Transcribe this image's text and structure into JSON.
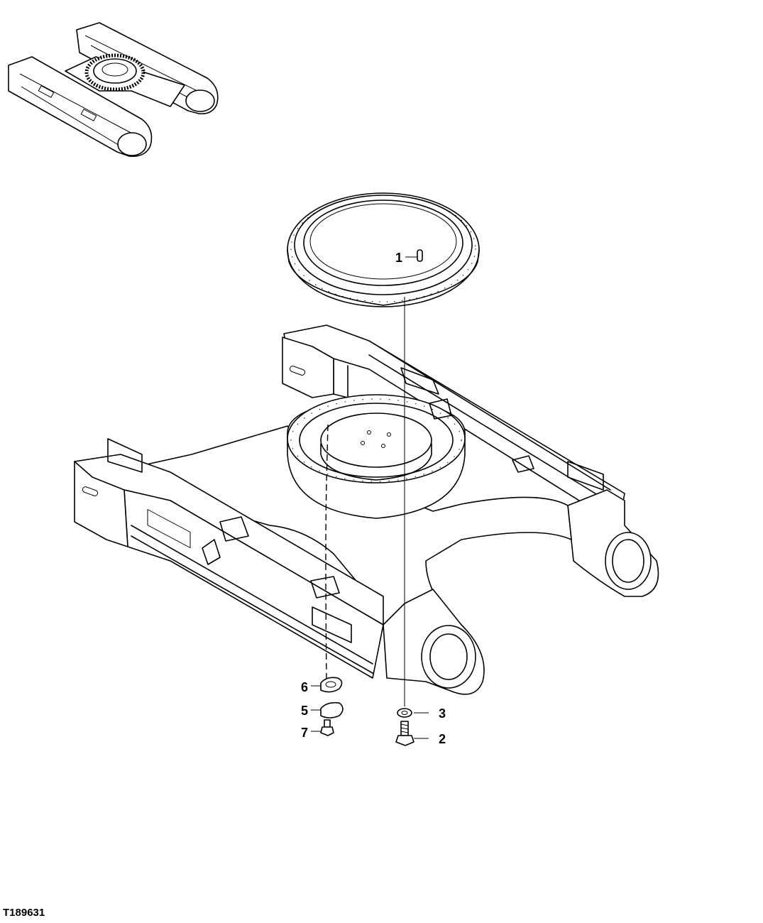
{
  "figure_id": "T189631",
  "callouts": [
    {
      "label": "1"
    },
    {
      "label": "2"
    },
    {
      "label": "3"
    },
    {
      "label": "5"
    },
    {
      "label": "6"
    },
    {
      "label": "7"
    }
  ]
}
